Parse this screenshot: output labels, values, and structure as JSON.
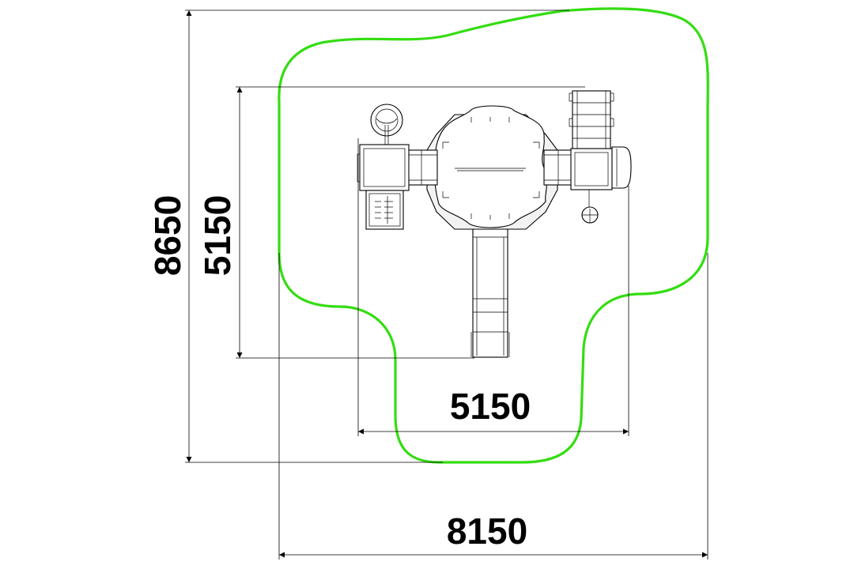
{
  "colors": {
    "safety_zone": "#33dd11",
    "lines": "#000000",
    "background": "#ffffff"
  },
  "dimensions": {
    "outer_height": "8650",
    "inner_height": "5150",
    "inner_width": "5150",
    "outer_width": "8150"
  }
}
